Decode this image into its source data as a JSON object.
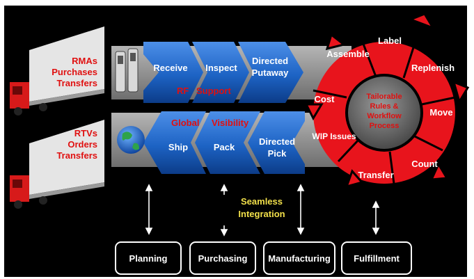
{
  "inbound": {
    "sources": [
      "RMAs",
      "Purchases",
      "Transfers"
    ],
    "steps": [
      "Receive",
      "Inspect",
      "Directed",
      "Putaway"
    ],
    "support_label": [
      "RF",
      "Support"
    ]
  },
  "outbound": {
    "sources": [
      "RTVs",
      "Orders",
      "Transfers"
    ],
    "steps": [
      "Ship",
      "Pack",
      "Directed",
      "Pick"
    ],
    "visibility_label": [
      "Global",
      "Visibility"
    ]
  },
  "cycle": {
    "center": [
      "Tailorable",
      "Rules &",
      "Workflow",
      "Process"
    ],
    "steps": [
      "Label",
      "Replenish",
      "Move",
      "Count",
      "Transfer",
      "WIP Issues",
      "Cost",
      "Assemble"
    ]
  },
  "integration": [
    "Seamless",
    "Integration"
  ],
  "systems": [
    "Planning",
    "Purchasing",
    "Manufacturing",
    "Fulfillment"
  ],
  "colors": {
    "arrow_blue": "#1d63c4",
    "cycle_red": "#e8141c",
    "band_gray": "#8e8e8e",
    "accent_yellow": "#f2e04a"
  }
}
